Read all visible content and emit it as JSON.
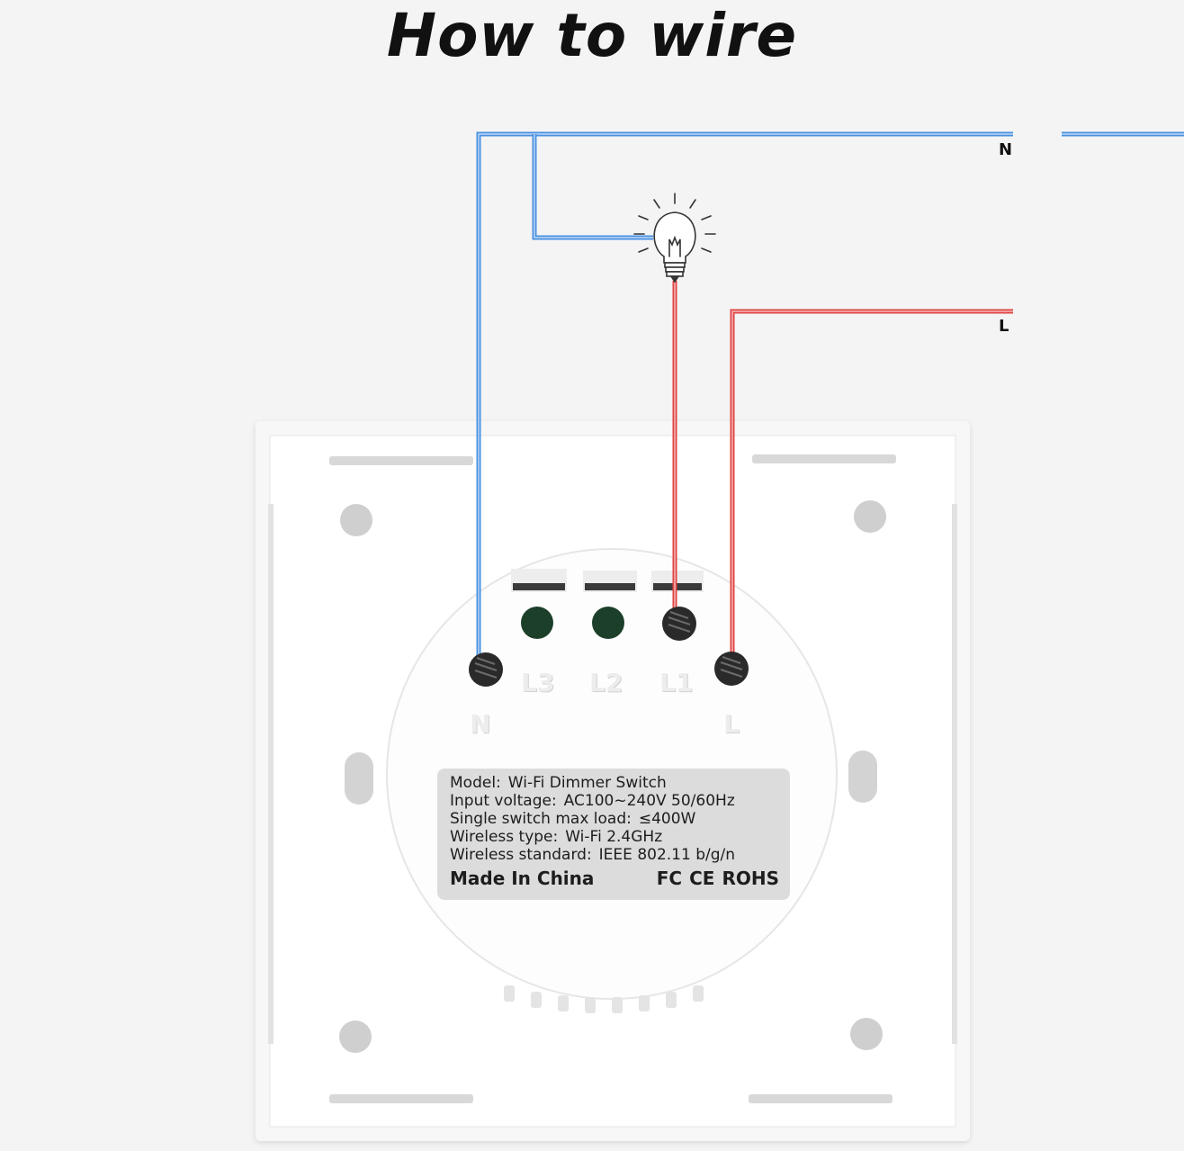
{
  "title": "How to wire",
  "wires": {
    "neutral_label": "N",
    "live_label": "L",
    "neutral_color": "#4a90e2",
    "live_color": "#e04545"
  },
  "terminals": {
    "n": "N",
    "l3": "L3",
    "l2": "L2",
    "l1": "L1",
    "l": "L"
  },
  "spec_label": {
    "model_key": "Model:",
    "model_value": "Wi-Fi Dimmer Switch",
    "voltage_key": "Input voltage:",
    "voltage_value": "AC100~240V  50/60Hz",
    "load_key": "Single switch max load:",
    "load_value": "≤400W",
    "wireless_type_key": "Wireless type:",
    "wireless_type_value": "Wi-Fi 2.4GHz",
    "wireless_standard_key": "Wireless standard:",
    "wireless_standard_value": "IEEE 802.11 b/g/n",
    "origin": "Made In China",
    "cert_fc": "FC",
    "cert_ce": "CE",
    "cert_rohs": "ROHS"
  },
  "icons": [
    "light-bulb-icon",
    "screw-terminal-icon"
  ]
}
